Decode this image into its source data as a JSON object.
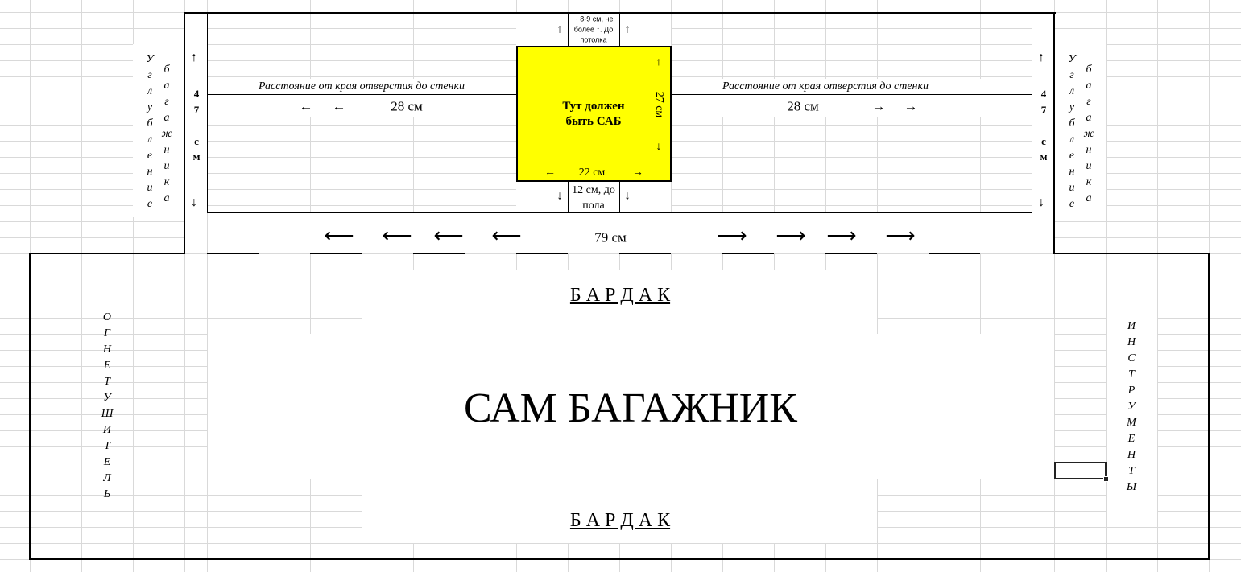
{
  "sheet": {
    "top_cell_note": "~ 8-9 см, не более ↑. До потолка",
    "bottom_cell_note": "12 см, до пола",
    "left_distance_caption": "Расстояние от края отверстия до стенки",
    "right_distance_caption": "Расстояние от края отверстия до стенки",
    "left_distance": "28 см",
    "right_distance": "28 см",
    "width_total": "79 см",
    "height_left": "47 см",
    "height_right": "47 см",
    "left_recess_1": "Углубление",
    "left_recess_2": "багажника",
    "right_recess_1": "Углубление",
    "right_recess_2": "багажника",
    "sub_label": "Тут должен быть САБ",
    "sub_height": "27 см",
    "sub_width": "22 см",
    "clutter_top": "Б А Р Д А К",
    "clutter_bottom": "Б А Р Д А К",
    "trunk_label": "САМ БАГАЖНИК",
    "extinguisher": "ОГНЕТУШИТЕЛЬ",
    "tools": "ИНСТРУМЕНТЫ",
    "arrows": {
      "left": "←",
      "right": "→",
      "up": "↑",
      "down": "↓",
      "long_left": "⟵",
      "long_right": "⟶"
    }
  },
  "colors": {
    "sub_fill": "#ffff00",
    "grid": "#d9d9d9"
  }
}
